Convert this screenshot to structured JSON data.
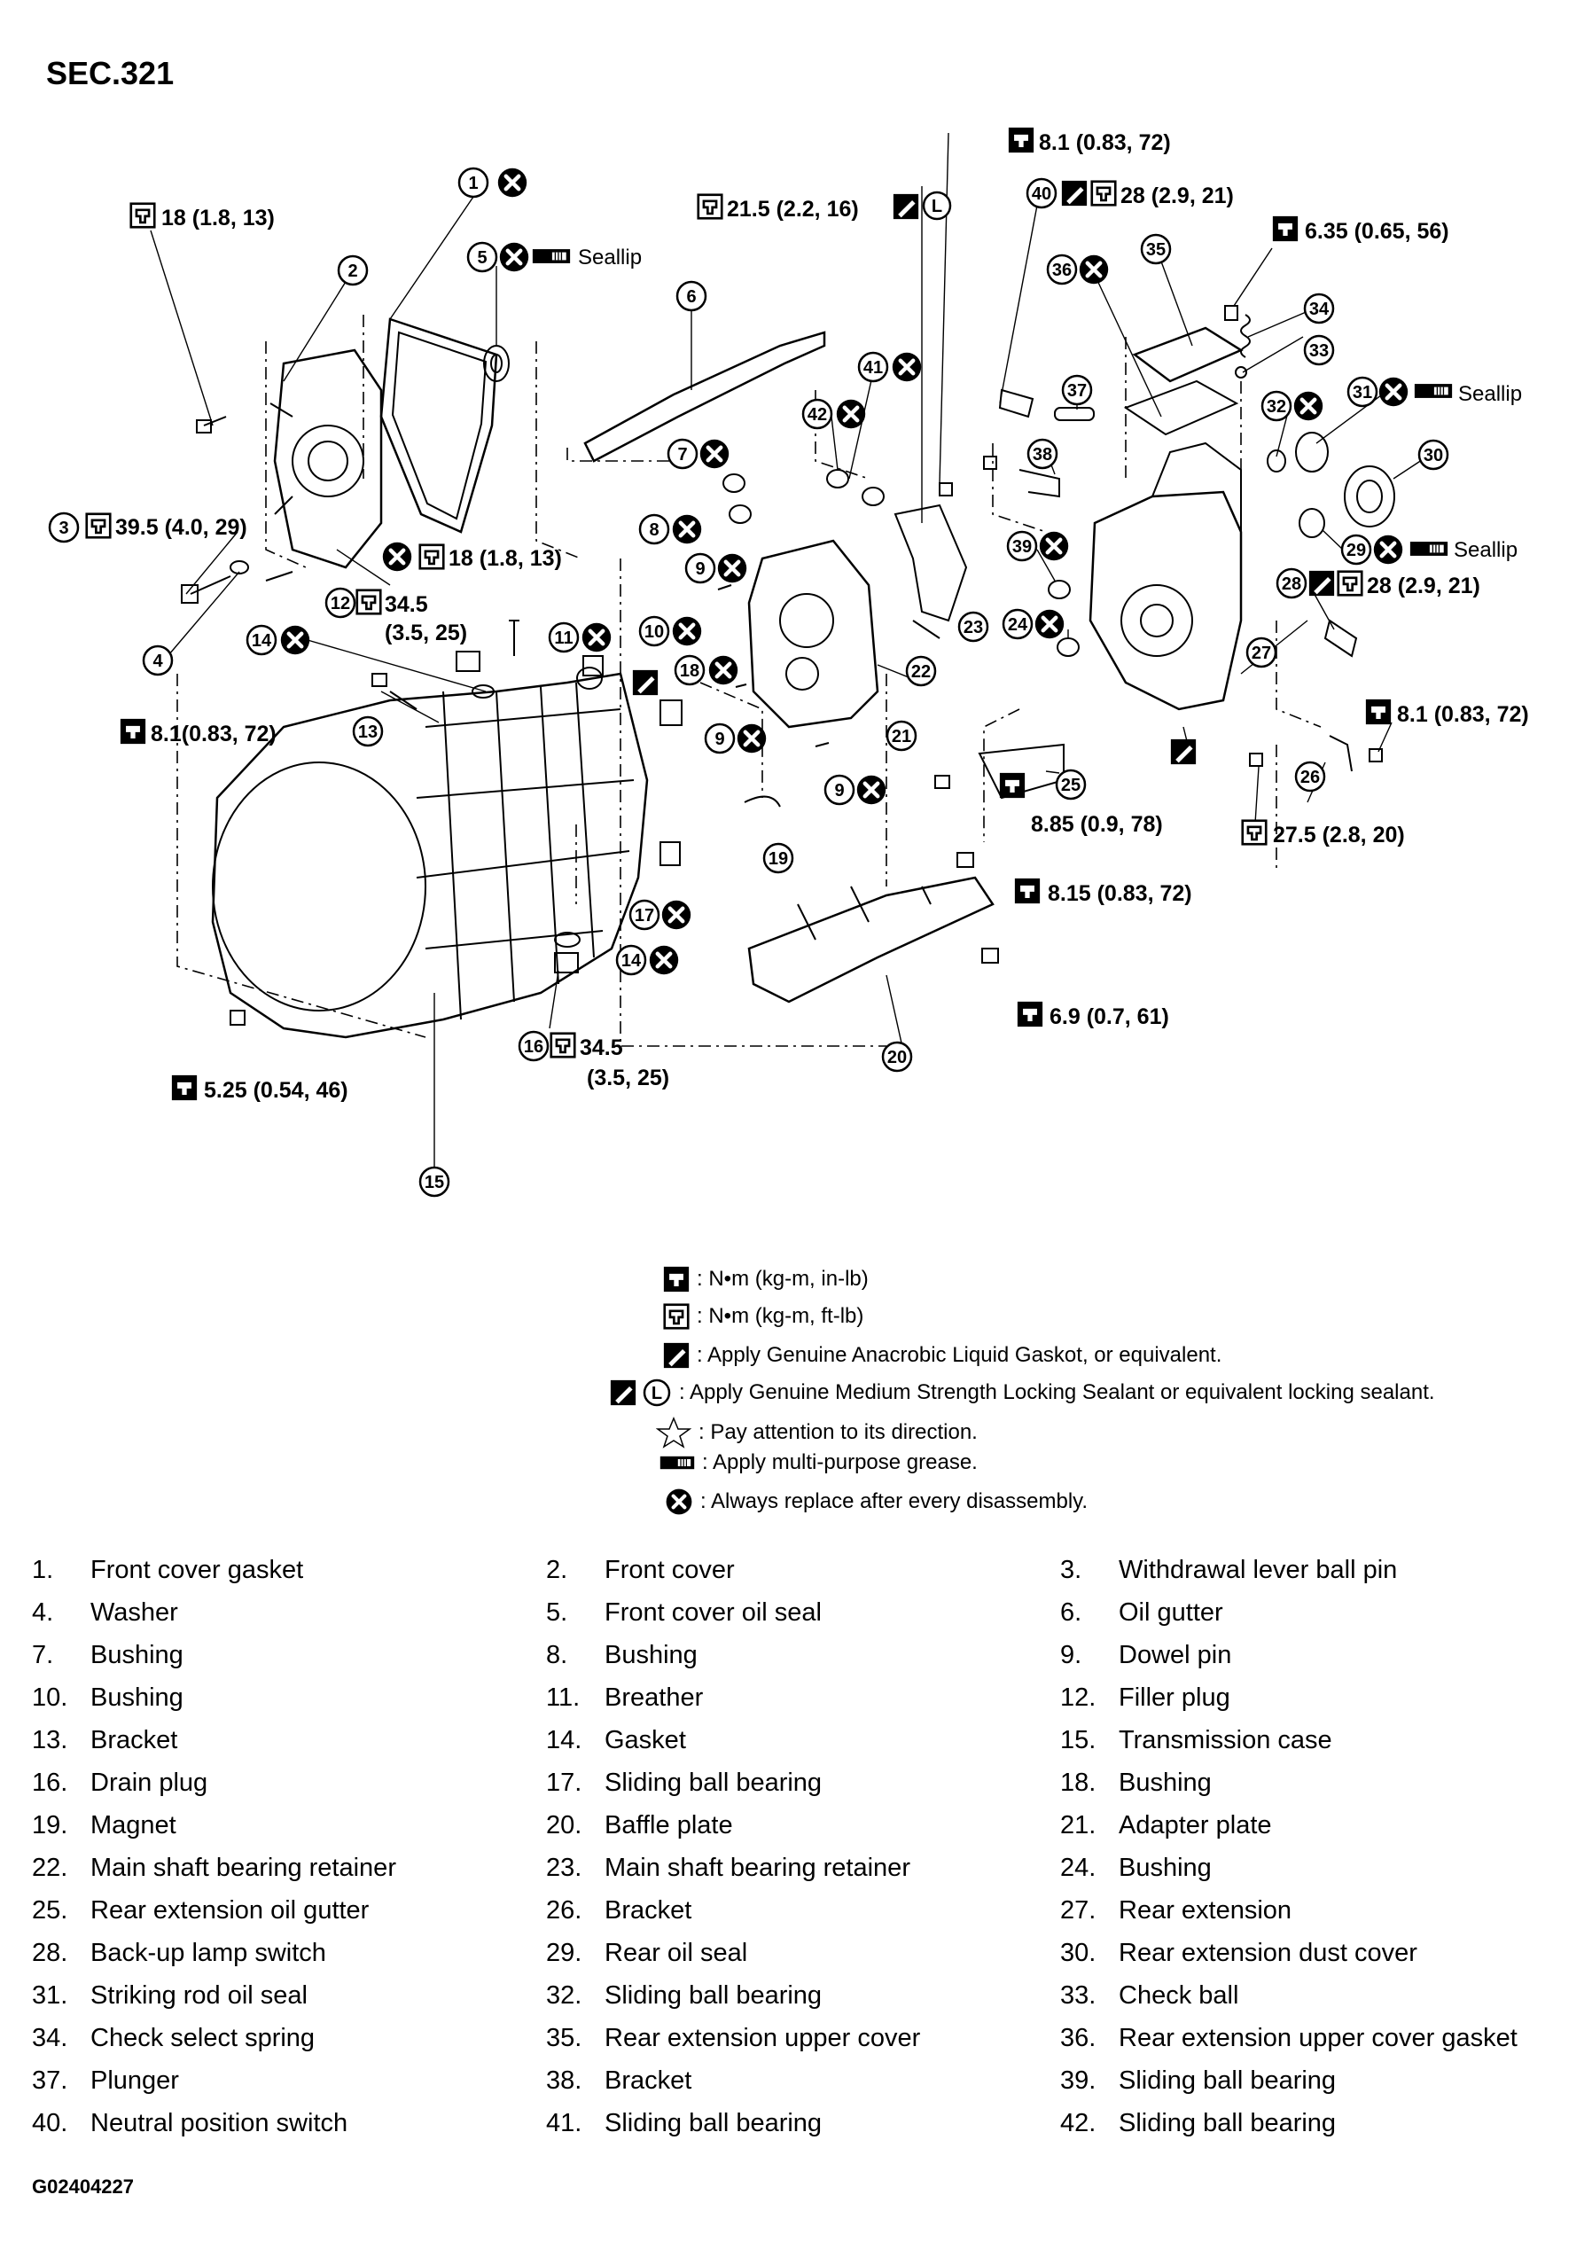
{
  "section": "SEC.321",
  "figure_id": "G02404227",
  "torque_labels": {
    "t1": "18 (1.8, 13)",
    "t2": "39.5 (4.0, 29)",
    "t3": "18 (1.8, 13)",
    "t4a": "34.5",
    "t4b": "(3.5, 25)",
    "t5": "8.1(0.83, 72)",
    "t6": "5.25 (0.54, 46)",
    "t7a": "34.5",
    "t7b": "(3.5, 25)",
    "t8": "21.5 (2.2, 16)",
    "t9": "8.85 (0.9, 78)",
    "t10": "8.15 (0.83, 72)",
    "t11": "6.9 (0.7, 61)",
    "t12": "8.1 (0.83, 72)",
    "t13": "28 (2.9, 21)",
    "t14": "6.35 (0.65, 56)",
    "t15": "28 (2.9, 21)",
    "t16": "8.1 (0.83, 72)",
    "t17": "27.5 (2.8, 20)"
  },
  "seallip": "Seallip",
  "legend": {
    "nm_in": ": N•m  (kg-m, in-lb)",
    "nm_ft": ": N•m  (kg-m, ft-lb)",
    "anaerobic": ": Apply Genuine Anacrobic Liquid Gaskot, or equivalent.",
    "locking": ": Apply Genuine Medium Strength Locking Sealant or equivalent locking sealant.",
    "direction": ": Pay attention to its direction.",
    "grease": ": Apply multi-purpose grease.",
    "replace": ": Always replace after every disassembly.",
    "l_mark": "L"
  },
  "parts": [
    {
      "n": "1.",
      "name": "Front cover gasket"
    },
    {
      "n": "2.",
      "name": "Front cover"
    },
    {
      "n": "3.",
      "name": "Withdrawal lever ball pin"
    },
    {
      "n": "4.",
      "name": "Washer"
    },
    {
      "n": "5.",
      "name": "Front cover oil seal"
    },
    {
      "n": "6.",
      "name": "Oil gutter"
    },
    {
      "n": "7.",
      "name": "Bushing"
    },
    {
      "n": "8.",
      "name": "Bushing"
    },
    {
      "n": "9.",
      "name": "Dowel pin"
    },
    {
      "n": "10.",
      "name": "Bushing"
    },
    {
      "n": "11.",
      "name": "Breather"
    },
    {
      "n": "12.",
      "name": "Filler plug"
    },
    {
      "n": "13.",
      "name": "Bracket"
    },
    {
      "n": "14.",
      "name": "Gasket"
    },
    {
      "n": "15.",
      "name": "Transmission case"
    },
    {
      "n": "16.",
      "name": "Drain plug"
    },
    {
      "n": "17.",
      "name": "Sliding ball bearing"
    },
    {
      "n": "18.",
      "name": "Bushing"
    },
    {
      "n": "19.",
      "name": "Magnet"
    },
    {
      "n": "20.",
      "name": "Baffle plate"
    },
    {
      "n": "21.",
      "name": "Adapter plate"
    },
    {
      "n": "22.",
      "name": "Main shaft bearing retainer"
    },
    {
      "n": "23.",
      "name": "Main shaft bearing retainer"
    },
    {
      "n": "24.",
      "name": "Bushing"
    },
    {
      "n": "25.",
      "name": "Rear extension oil gutter"
    },
    {
      "n": "26.",
      "name": "Bracket"
    },
    {
      "n": "27.",
      "name": "Rear extension"
    },
    {
      "n": "28.",
      "name": "Back-up lamp switch"
    },
    {
      "n": "29.",
      "name": "Rear oil seal"
    },
    {
      "n": "30.",
      "name": "Rear extension dust cover"
    },
    {
      "n": "31.",
      "name": "Striking rod oil seal"
    },
    {
      "n": "32.",
      "name": "Sliding ball bearing"
    },
    {
      "n": "33.",
      "name": "Check  ball"
    },
    {
      "n": "34.",
      "name": "Check select spring"
    },
    {
      "n": "35.",
      "name": "Rear extension upper cover"
    },
    {
      "n": "36.",
      "name": "Rear extension upper cover gasket"
    },
    {
      "n": "37.",
      "name": "Plunger"
    },
    {
      "n": "38.",
      "name": "Bracket"
    },
    {
      "n": "39.",
      "name": "Sliding ball bearing"
    },
    {
      "n": "40.",
      "name": "Neutral position switch"
    },
    {
      "n": "41.",
      "name": "Sliding ball bearing"
    },
    {
      "n": "42.",
      "name": "Sliding ball bearing"
    }
  ]
}
